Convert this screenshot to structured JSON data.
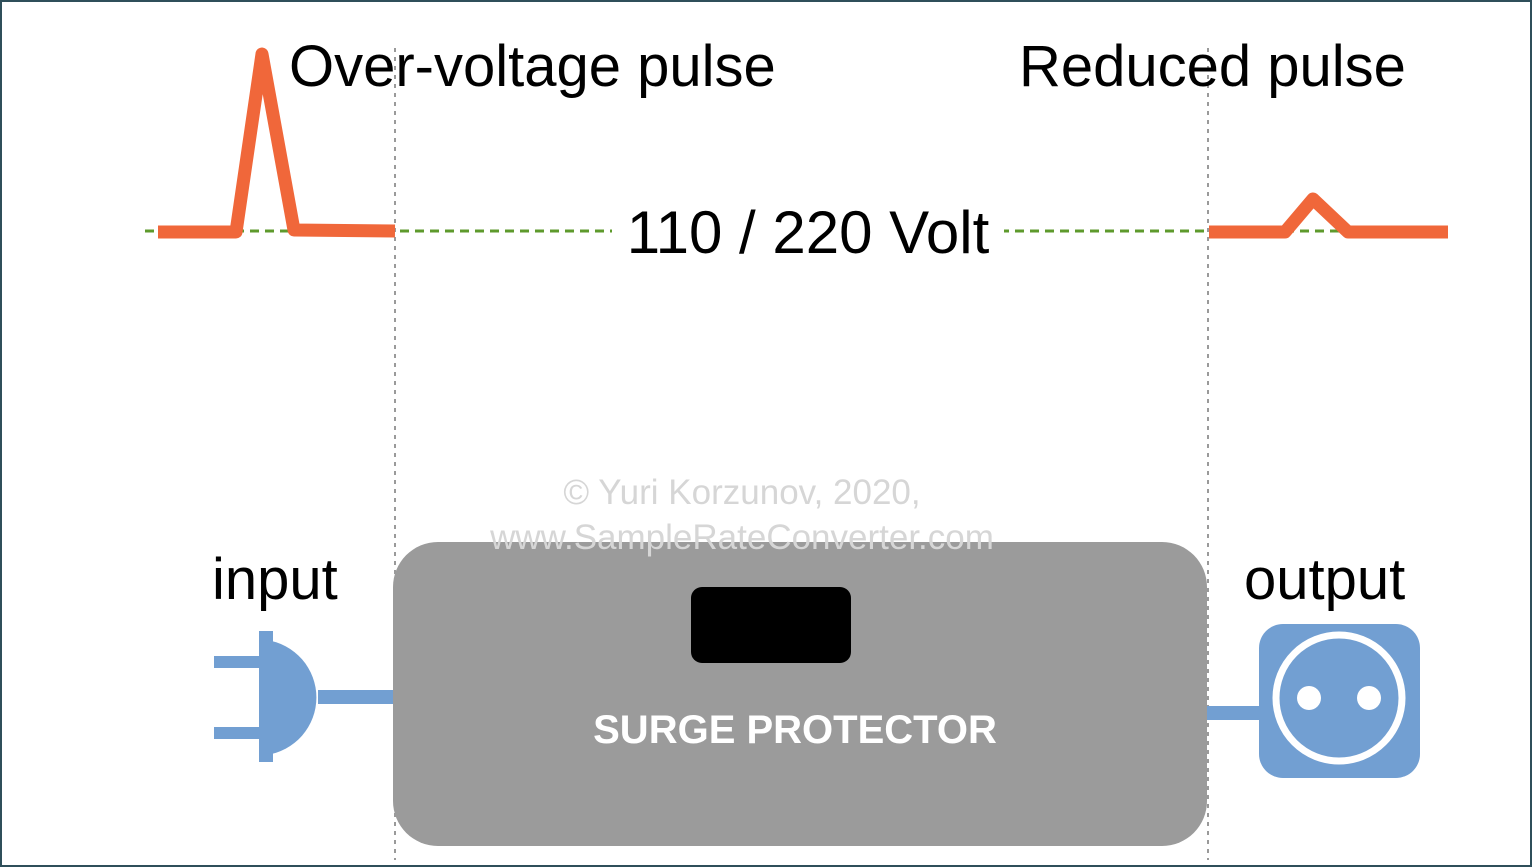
{
  "labels": {
    "over_voltage_pulse": "Over-voltage pulse",
    "reduced_pulse": "Reduced pulse",
    "voltage": "110 / 220 Volt",
    "input": "input",
    "output": "output",
    "device": "SURGE PROTECTOR"
  },
  "watermark": {
    "line1": "© Yuri Korzunov, 2020,",
    "line2": "www.SampleRateConverter.com"
  },
  "icons": {
    "input": "power-plug-icon",
    "output": "power-socket-icon"
  },
  "colors": {
    "pulse": "#f0673a",
    "baseline": "#5e9a2c",
    "guide": "#9a9a9a",
    "device_body": "#9b9b9b",
    "device_label": "#ffffff",
    "device_indicator": "#000000",
    "plug_socket": "#729fd2",
    "border": "#2f4f5a"
  }
}
